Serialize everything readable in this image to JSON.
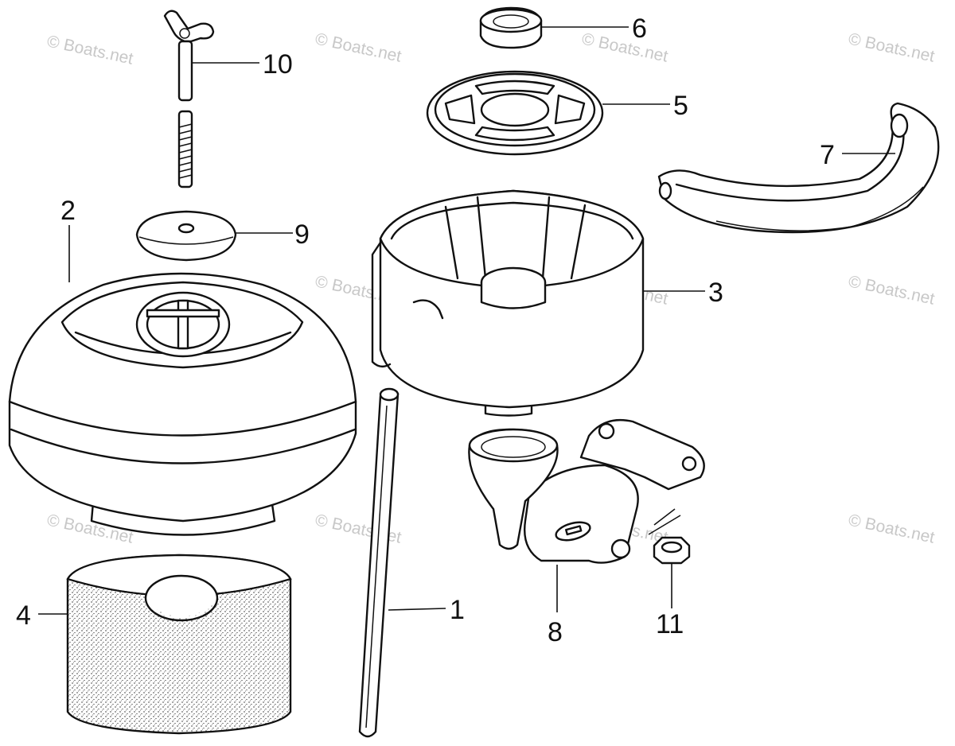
{
  "watermark": "© Boats.net",
  "callouts": {
    "p1": "1",
    "p2": "2",
    "p3": "3",
    "p4": "4",
    "p5": "5",
    "p6": "6",
    "p7": "7",
    "p8": "8",
    "p9": "9",
    "p10": "10",
    "p11": "11"
  }
}
